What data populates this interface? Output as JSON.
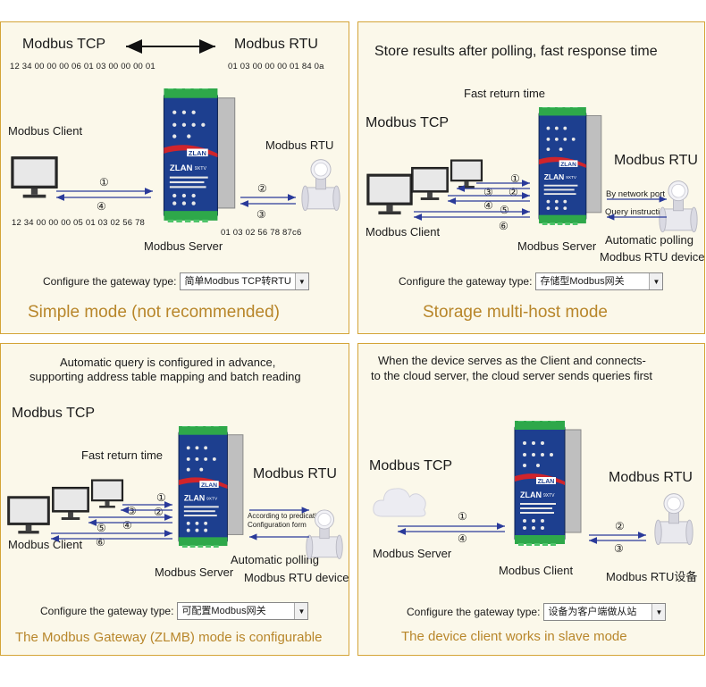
{
  "panels": [
    {
      "id": "p1",
      "labels": {
        "tcp": "Modbus TCP",
        "rtu": "Modbus RTU",
        "hex_top_left": "12 34 00 00 00 06 01 03 00 00 00 01",
        "hex_top_right": "01 03 00 00 00 01 84 0a",
        "client": "Modbus Client",
        "rtu_device": "Modbus RTU",
        "hex_bottom_left": "12 34 00 00 00 05 01 03 02 56 78",
        "hex_bottom_right": "01 03 02 56 78 87c6",
        "server": "Modbus Server",
        "n1": "①",
        "n2": "②",
        "n3": "③",
        "n4": "④"
      },
      "config_label": "Configure the gateway type:",
      "config_value": "简单Modbus TCP转RTU",
      "caption": "Simple mode (not recommended)"
    },
    {
      "id": "p2",
      "labels": {
        "heading": "Store results after polling, fast response time",
        "fast": "Fast return time",
        "tcp": "Modbus TCP",
        "rtu": "Modbus RTU",
        "by_port": "By network port",
        "query": "Query instruction",
        "client": "Modbus Client",
        "server": "Modbus Server",
        "auto": "Automatic polling",
        "rtu_device": "Modbus RTU device",
        "n1": "①",
        "n2": "②",
        "n3": "③",
        "n4": "④",
        "n5": "⑤",
        "n6": "⑥"
      },
      "config_label": "Configure the gateway type:",
      "config_value": "存储型Modbus网关",
      "caption": "Storage multi-host mode"
    },
    {
      "id": "p3",
      "labels": {
        "heading1": "Automatic query is configured in advance,",
        "heading2": "supporting address table mapping and batch reading",
        "tcp": "Modbus TCP",
        "fast": "Fast return time",
        "rtu": "Modbus RTU",
        "according1": "According to predication",
        "according2": "Configuration form",
        "client": "Modbus Client",
        "server": "Modbus Server",
        "auto": "Automatic polling",
        "rtu_device": "Modbus RTU device",
        "n1": "①",
        "n2": "②",
        "n3": "③",
        "n4": "④",
        "n5": "⑤",
        "n6": "⑥"
      },
      "config_label": "Configure the gateway type:",
      "config_value": "可配置Modbus网关",
      "caption": "The Modbus Gateway (ZLMB) mode is configurable"
    },
    {
      "id": "p4",
      "labels": {
        "heading1": "When the device serves as the Client and connects-",
        "heading2": "to the cloud server, the cloud server sends queries first",
        "tcp": "Modbus TCP",
        "rtu": "Modbus RTU",
        "server": "Modbus Server",
        "client": "Modbus Client",
        "rtu_device": "Modbus RTU设备",
        "n1": "①",
        "n2": "②",
        "n3": "③",
        "n4": "④"
      },
      "config_label": "Configure the gateway type:",
      "config_value": "设备为客户端做从站",
      "caption": "The device client works in slave mode"
    }
  ],
  "device": {
    "brand": "ZLAN",
    "model": "9XTV"
  },
  "colors": {
    "border": "#d4a437",
    "panel_bg": "#fbf8ea",
    "caption": "#b8862a",
    "arrow": "#2a3a9a",
    "device_blue": "#1d3f8f"
  }
}
